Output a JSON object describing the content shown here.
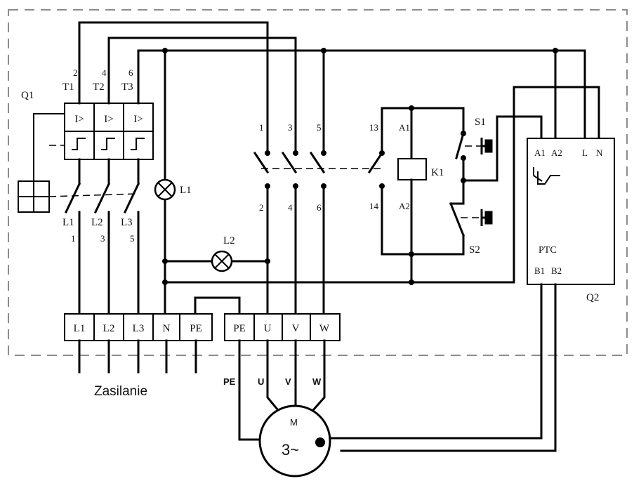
{
  "q1": {
    "label": "Q1",
    "top_numbers": [
      "2",
      "4",
      "6"
    ],
    "top_terminals": [
      "T1",
      "T2",
      "T3"
    ],
    "trip_symbol": "I>",
    "bottom_terminals": [
      "L1",
      "L2",
      "L3"
    ],
    "bottom_numbers": [
      "1",
      "3",
      "5"
    ]
  },
  "lamps": {
    "l1": "L1",
    "l2": "L2"
  },
  "contactor": {
    "label": "K1",
    "top_numbers": [
      "1",
      "3",
      "5"
    ],
    "bottom_numbers": [
      "2",
      "4",
      "6"
    ],
    "aux_top": "13",
    "aux_bottom": "14",
    "coil_top": "A1",
    "coil_bottom": "A2"
  },
  "switches": {
    "s1": "S1",
    "s2": "S2"
  },
  "ptc": {
    "label": "Q2",
    "name": "PTC",
    "terminals_top": [
      "A1",
      "A2",
      "L",
      "N"
    ],
    "terminals_bottom": [
      "B1",
      "B2"
    ]
  },
  "terminal_strip": {
    "supply": [
      "L1",
      "L2",
      "L3",
      "N",
      "PE"
    ],
    "motor": [
      "PE",
      "U",
      "V",
      "W"
    ]
  },
  "supply_label": "Zasilanie",
  "motor_wires": [
    "PE",
    "U",
    "V",
    "W"
  ],
  "motor": {
    "name": "M",
    "type": "3~"
  }
}
